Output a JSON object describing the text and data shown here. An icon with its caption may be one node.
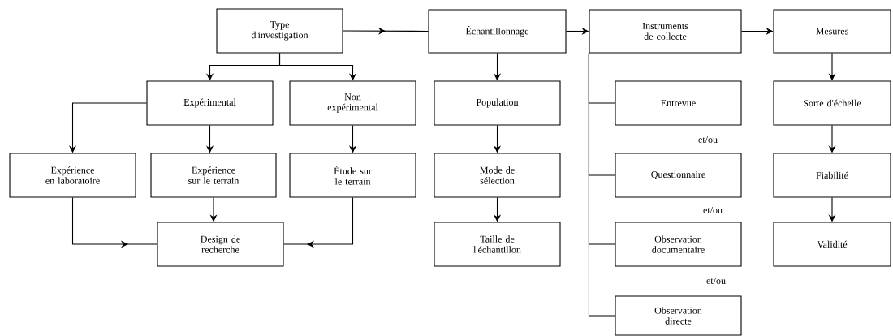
{
  "diagram": {
    "nodes": [
      {
        "text": [
          "Type d'investigation"
        ]
      },
      {
        "text": [
          "Échantillonnage"
        ]
      },
      {
        "text": [
          "Instruments de collecte"
        ]
      },
      {
        "text": [
          "Mesures"
        ]
      },
      {
        "text": [
          "Expérimental"
        ]
      },
      {
        "text": [
          "Non expérimental"
        ]
      },
      {
        "text": [
          "Expérience en laboratoire"
        ]
      },
      {
        "text": [
          "Expérience sur le terrain"
        ]
      },
      {
        "text": [
          "Étude sur le terrain"
        ]
      },
      {
        "text": [
          "Design de recherche"
        ]
      },
      {
        "text": [
          "Population"
        ]
      },
      {
        "text": [
          "Mode de sélection"
        ]
      },
      {
        "text": [
          "Taille de l'échantillon"
        ]
      },
      {
        "text": [
          "Entrevue"
        ]
      },
      {
        "text": [
          "Questionnaire"
        ]
      },
      {
        "text": [
          "Observation documentaire"
        ]
      },
      {
        "text": [
          "Observation directe"
        ]
      },
      {
        "text": [
          "Sorte d'échelle"
        ]
      },
      {
        "text": [
          "Fiabilité"
        ]
      },
      {
        "text": [
          "Validité"
        ]
      }
    ],
    "edges": [
      {
        "from": 0,
        "to": 1,
        "arrow": "to"
      },
      {
        "from": 1,
        "to": 2,
        "arrow": "to"
      },
      {
        "from": 2,
        "to": 3,
        "arrow": "to"
      },
      {
        "from": 0,
        "to": 4,
        "arrow": "to"
      },
      {
        "from": 0,
        "to": 5,
        "arrow": "to"
      },
      {
        "from": 4,
        "to": 6,
        "arrow": "to"
      },
      {
        "from": 4,
        "to": 7,
        "arrow": "to"
      },
      {
        "from": 5,
        "to": 8,
        "arrow": "to"
      },
      {
        "from": 7,
        "to": 9,
        "arrow": "to"
      },
      {
        "from": 6,
        "to": 9,
        "arrow": "to"
      },
      {
        "from": 8,
        "to": 9,
        "arrow": "to"
      },
      {
        "from": 1,
        "to": 10,
        "arrow": "to"
      },
      {
        "from": 10,
        "to": 11,
        "arrow": "to"
      },
      {
        "from": 11,
        "to": 12,
        "arrow": "to"
      },
      {
        "from": 2,
        "to": 13,
        "arrow": "none"
      },
      {
        "from": 2,
        "to": 14,
        "arrow": "none"
      },
      {
        "from": 2,
        "to": 15,
        "arrow": "none"
      },
      {
        "from": 2,
        "to": 16,
        "arrow": "none"
      },
      {
        "from": 3,
        "to": 17,
        "arrow": "to"
      },
      {
        "from": 17,
        "to": 18,
        "arrow": "to"
      },
      {
        "from": 18,
        "to": 19,
        "arrow": "to"
      }
    ],
    "labels": [
      "et/ou",
      "et/ou",
      "et/ou"
    ]
  }
}
